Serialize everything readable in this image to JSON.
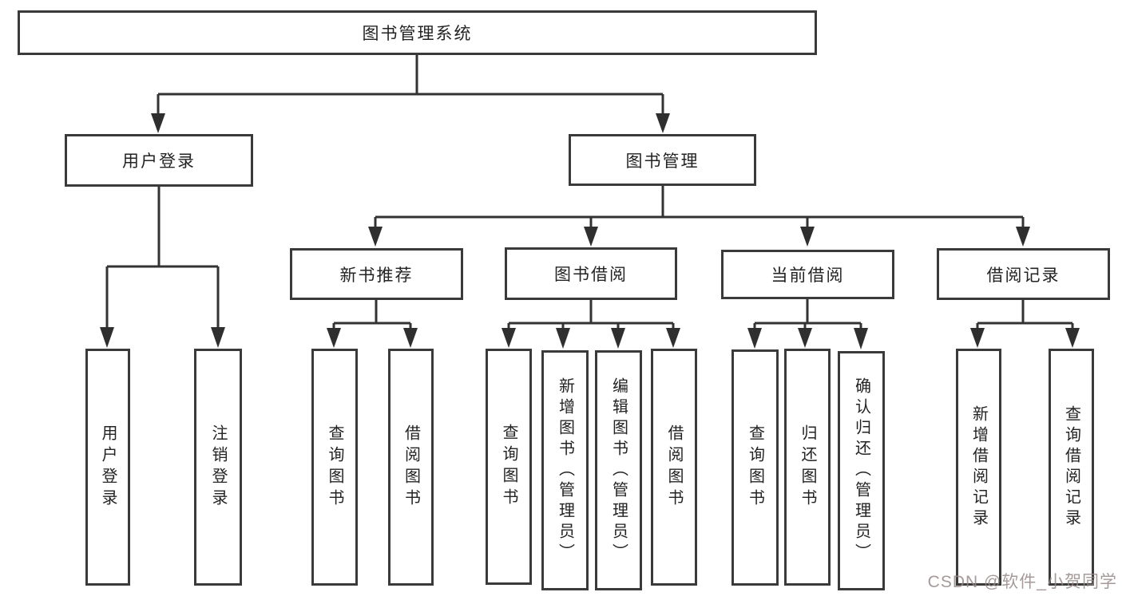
{
  "tree": {
    "root": "图书管理系统",
    "children": [
      {
        "label": "用户登录",
        "children": [
          {
            "label": "用户登录"
          },
          {
            "label": "注销登录"
          }
        ]
      },
      {
        "label": "图书管理",
        "children": [
          {
            "label": "新书推荐",
            "children": [
              {
                "label": "查询图书"
              },
              {
                "label": "借阅图书"
              }
            ]
          },
          {
            "label": "图书借阅",
            "children": [
              {
                "label": "查询图书"
              },
              {
                "label": "新增图书（管理员）"
              },
              {
                "label": "编辑图书（管理员）"
              },
              {
                "label": "借阅图书"
              }
            ]
          },
          {
            "label": "当前借阅",
            "children": [
              {
                "label": "查询图书"
              },
              {
                "label": "归还图书"
              },
              {
                "label": "确认归还（管理员）"
              }
            ]
          },
          {
            "label": "借阅记录",
            "children": [
              {
                "label": "新增借阅记录"
              },
              {
                "label": "查询借阅记录"
              }
            ]
          }
        ]
      }
    ]
  },
  "watermark": {
    "text": "CSDN @软件_小贺同学"
  },
  "colors": {
    "line": "#333333",
    "box_border": "#3a3a3a",
    "text": "#232323",
    "watermark": "#968787",
    "background": "#ffffff"
  }
}
